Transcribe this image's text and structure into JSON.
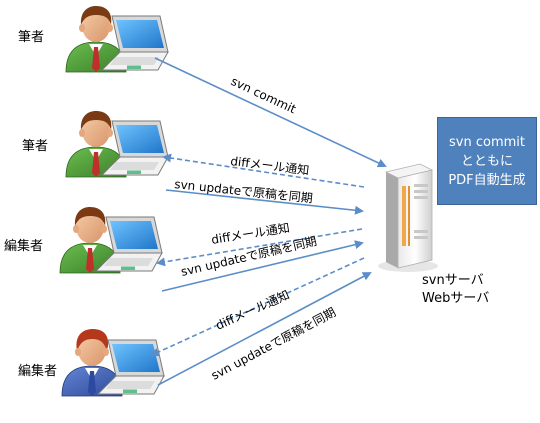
{
  "roles": {
    "writer1": "筆者",
    "writer2": "筆者",
    "editor1": "編集者",
    "editor2": "編集者"
  },
  "arrows": {
    "commit": "svn commit",
    "diff1": "diffメール通知",
    "update1": "svn updateで原稿を同期",
    "diff2": "diffメール通知",
    "update2": "svn updateで原稿を同期",
    "diff3": "diffメール通知",
    "update3": "svn updateで原稿を同期"
  },
  "server": {
    "line1": "svnサーバ",
    "line2": "Webサーバ"
  },
  "callout": {
    "line1": "svn commit",
    "line2": "とともに",
    "line3": "PDF自動生成"
  },
  "colors": {
    "arrow": "#5b8ec8",
    "callout_bg": "#4f81bd",
    "shirt_green": "#4e9a3a",
    "shirt_blue": "#3f62b4",
    "tie_red": "#c0302b",
    "hair_brown": "#7a3a14",
    "hair_red": "#b6381c",
    "skin": "#e8b48a",
    "screen_blue": "#2d8fe0"
  },
  "icons": [
    "person-icon",
    "laptop-icon",
    "server-icon"
  ]
}
